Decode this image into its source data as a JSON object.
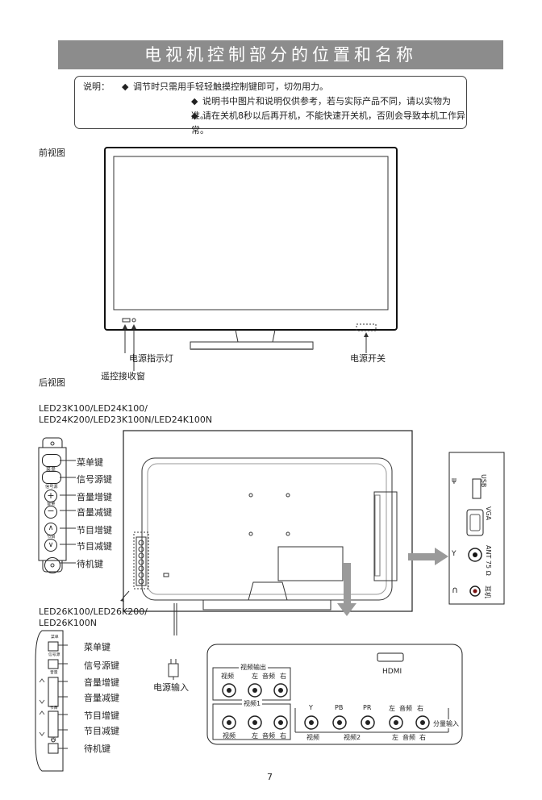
{
  "title": "电视机控制部分的位置和名称",
  "notes": {
    "label": "说明：",
    "bullet": "◆",
    "items": [
      "调节时只需用手轻轻触摸控制键即可，切勿用力。",
      "说明书中图片和说明仅供参考，若与实际产品不同，请以实物为准。",
      "请在关机8秒以后再开机，不能快速开关机，否则会导致本机工作异常。"
    ]
  },
  "front": {
    "heading": "前视图",
    "labels": {
      "power_indicator": "电源指示灯",
      "remote_window": "遥控接收窗",
      "power_switch": "电源开关"
    }
  },
  "rear": {
    "heading": "后视图",
    "models_a": [
      "LED23K100/LED24K100/",
      "LED24K200/LED23K100N/LED24K100N"
    ],
    "models_b": [
      "LED26K100/LED26K200/",
      "LED26K100N"
    ],
    "keys": [
      "菜单键",
      "信号源键",
      "音量增键",
      "音量减键",
      "节目增键",
      "节目减键",
      "待机键"
    ],
    "icon_small_labels": [
      "菜单",
      "信号源",
      "音量",
      "节目"
    ],
    "power_input": "电源输入",
    "side_panel": {
      "usb": "USB",
      "vga": "VGA",
      "ant": "ANT 75 Ω",
      "earphone": "耳机"
    },
    "bottom_panel": {
      "hdmi": "HDMI",
      "video_out": "视频输出",
      "video1": "视频1",
      "video2": "视频2",
      "video": "视频",
      "left": "左",
      "audio": "音频",
      "right": "右",
      "y": "Y",
      "pb": "PB",
      "pr": "PR",
      "component": "分量输入"
    }
  },
  "page_number": "7"
}
